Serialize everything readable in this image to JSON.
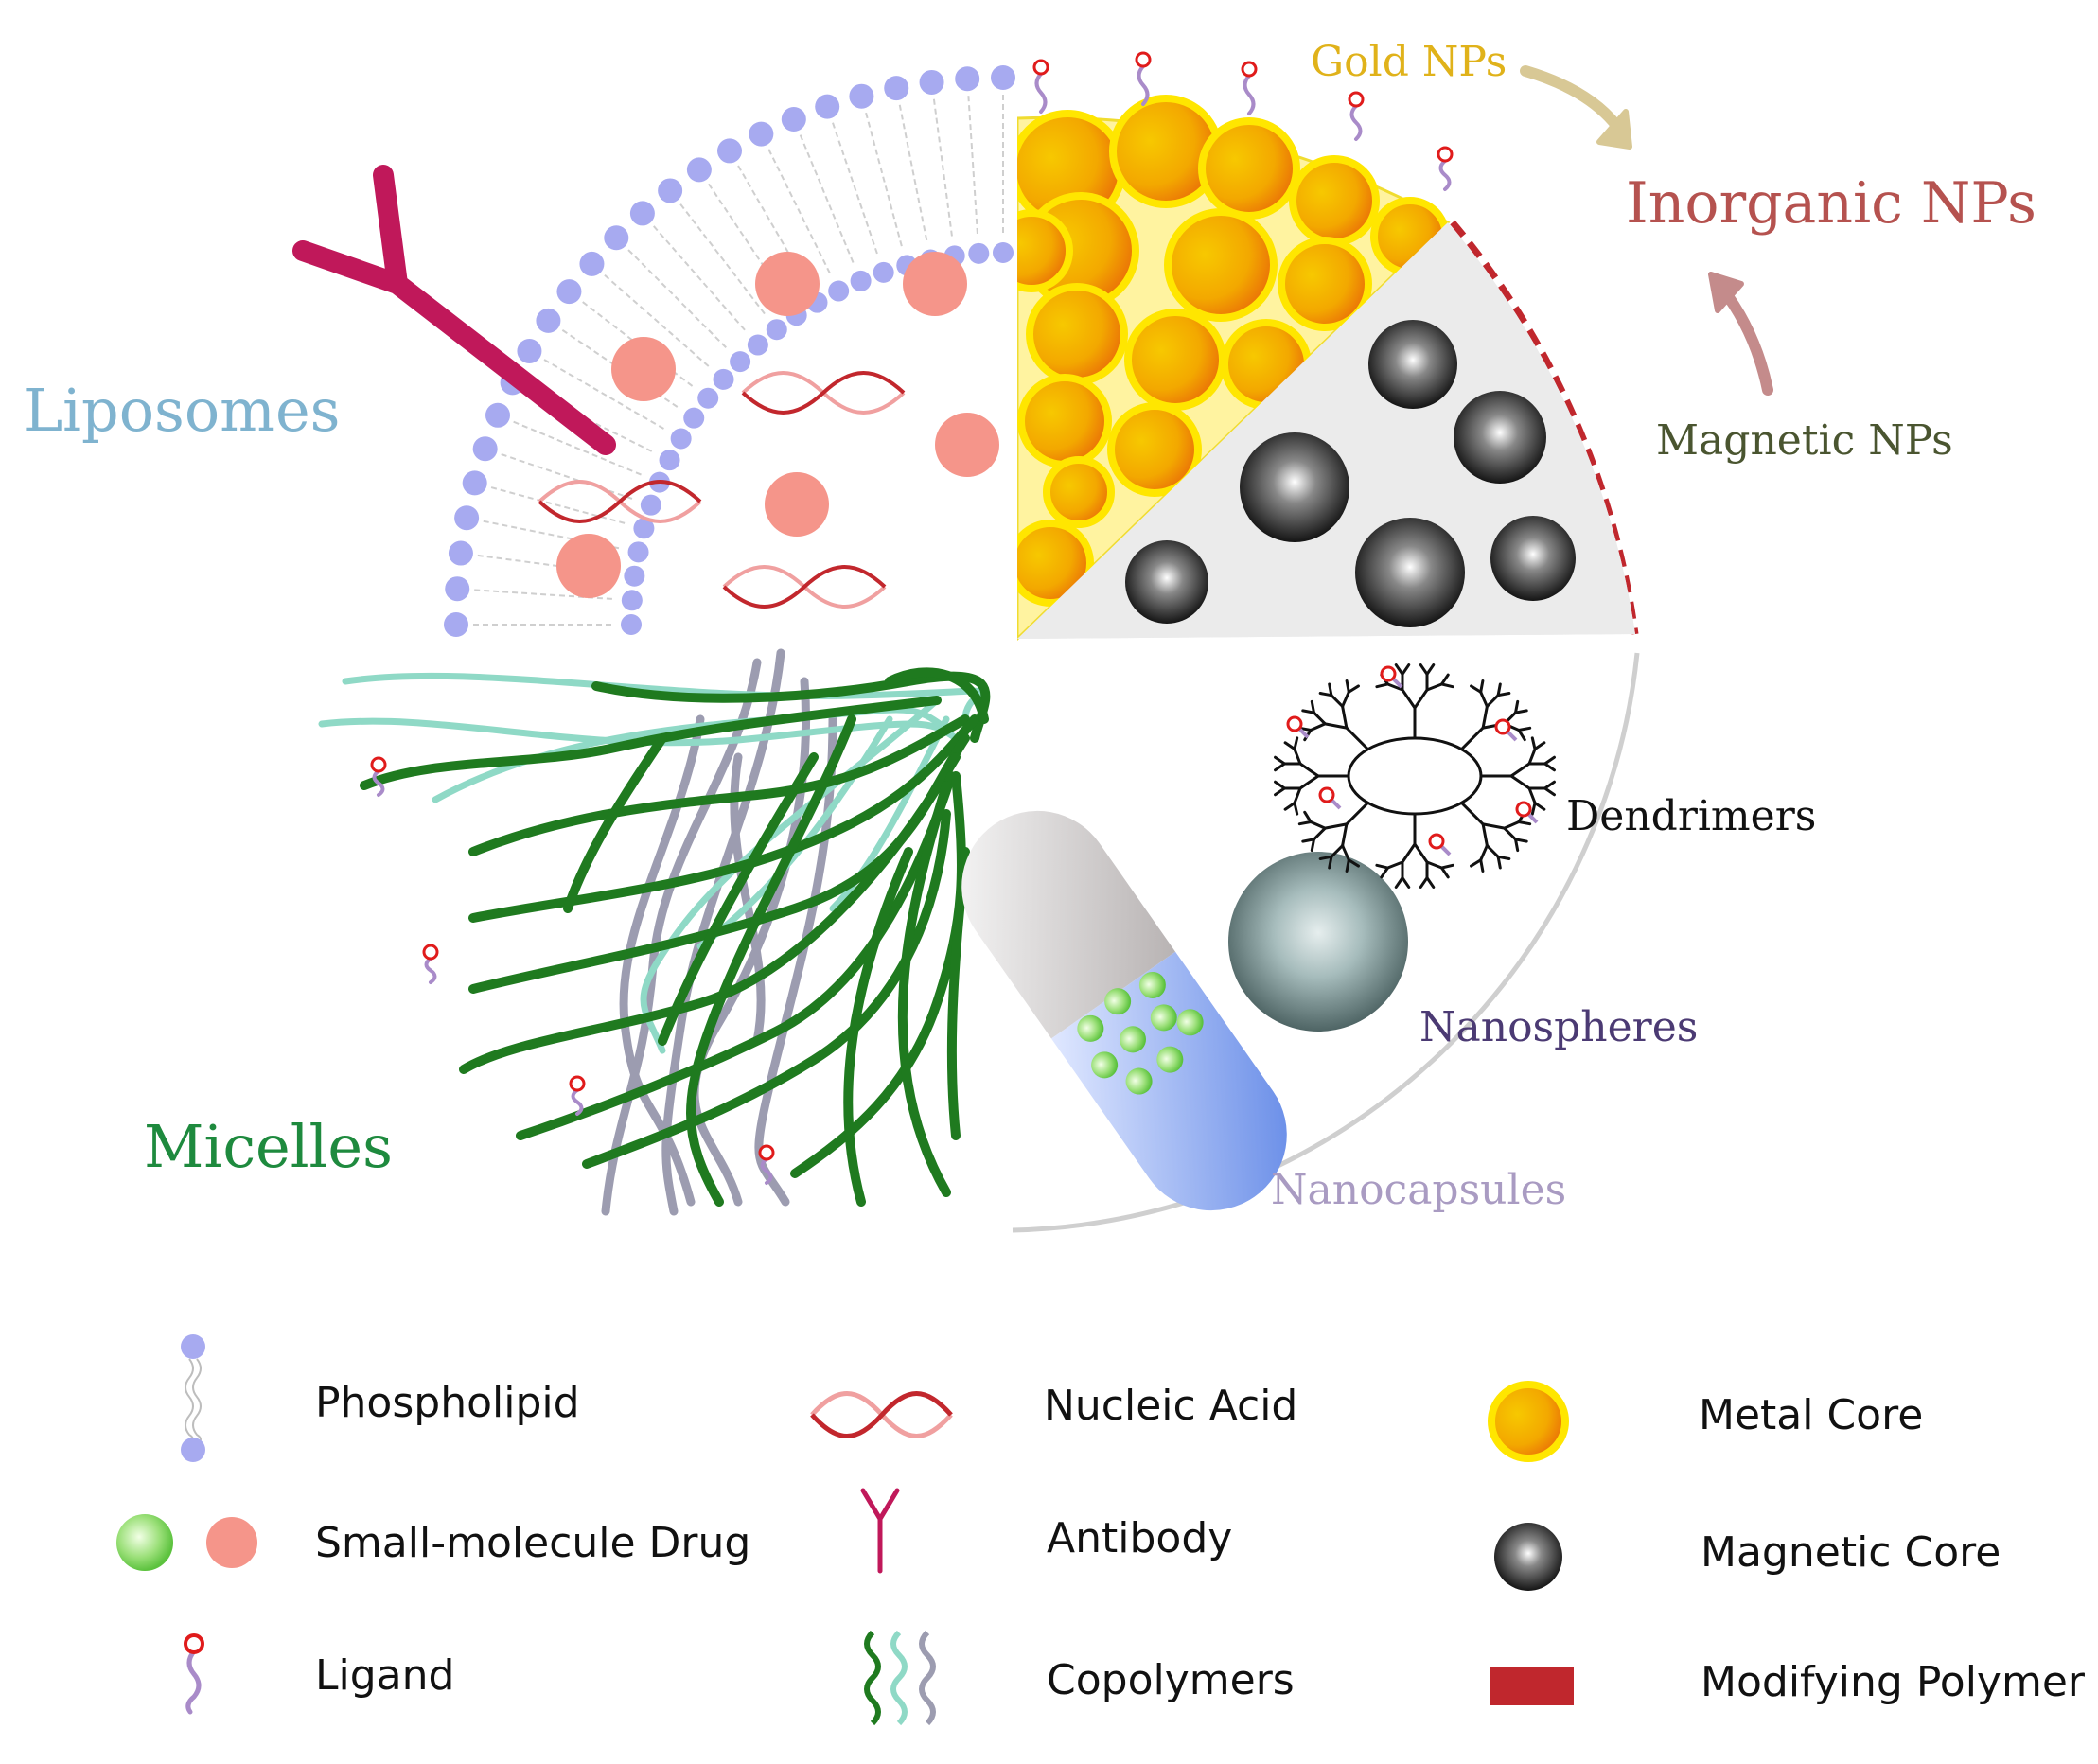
{
  "labels": {
    "liposomes": "Liposomes",
    "micelles": "Micelles",
    "gold_nps": "Gold NPs",
    "inorganic_nps": "Inorganic NPs",
    "magnetic_nps": "Magnetic NPs",
    "dendrimers": "Dendrimers",
    "nanospheres": "Nanospheres",
    "nanocapsules": "Nanocapsules"
  },
  "legend": {
    "phospholipid": "Phospholipid",
    "small_molecule_drug": "Small-molecule Drug",
    "ligand": "Ligand",
    "nucleic_acid": "Nucleic Acid",
    "antibody": "Antibody",
    "copolymers": "Copolymers",
    "metal_core": "Metal Core",
    "magnetic_core": "Magnetic Core",
    "modifying_polymer": "Modifying Polymer"
  },
  "colors": {
    "liposomes_label": "#7fb3cf",
    "micelles_label": "#1e8a3e",
    "gold_label": "#e0b21a",
    "inorganic_label": "#b5524f",
    "magnetic_label": "#4a5530",
    "dendrimers_label": "#111111",
    "nanospheres_label": "#4b3a73",
    "nanocapsules_label": "#a99bc2",
    "phospholipid_head": "#a7aaf0",
    "drug_pink": "#f5958a",
    "drug_green": "#8fe06a",
    "nucleic_dark": "#c2272d",
    "nucleic_light": "#f0a0a0",
    "antibody": "#c0185a",
    "micelle_dark": "#1f7a1f",
    "micelle_light": "#8fd9c6",
    "micelle_grey": "#9c9cb0",
    "gold_fill": "#f0a400",
    "gold_rim": "#ffe600",
    "magnetic_dark": "#111111",
    "modifying_polymer": "#c0272d"
  }
}
